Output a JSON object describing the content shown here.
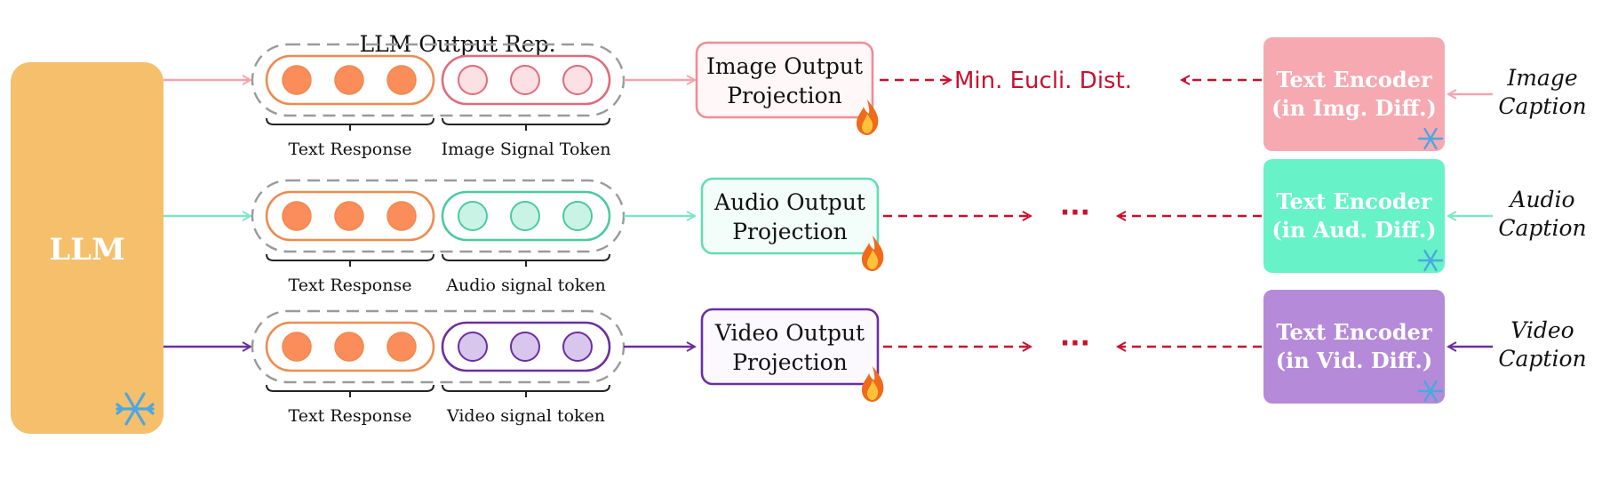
{
  "llm": {
    "label": "LLM"
  },
  "header": {
    "title": "LLM Output Rep."
  },
  "rows": [
    {
      "id": "image",
      "text_label": "Text Response",
      "signal_label": "Image Signal Token",
      "projection": [
        "Image Output",
        "Projection"
      ],
      "middle_text": "Min. Eucli. Dist.",
      "encoder": [
        "Text Encoder",
        "(in Img. Diff.)"
      ],
      "caption": [
        "Image",
        "Caption"
      ],
      "colors": {
        "line": "#f4a4ae",
        "dot_fill": "#fbe0e4",
        "dot_stroke": "#e06b7b",
        "pill_stroke": "#e06b7b",
        "proj_stroke": "#f08b97",
        "proj_fill": "#fff7f8",
        "encoder_fill": "#f6a9b0"
      }
    },
    {
      "id": "audio",
      "text_label": "Text Response",
      "signal_label": "Audio signal token",
      "projection": [
        "Audio Output",
        "Projection"
      ],
      "middle_text": "···",
      "encoder": [
        "Text Encoder",
        "(in Aud. Diff.)"
      ],
      "caption": [
        "Audio",
        "Caption"
      ],
      "colors": {
        "line": "#7fe6c6",
        "dot_fill": "#c9f3e5",
        "dot_stroke": "#4cc9a2",
        "pill_stroke": "#4cc9a2",
        "proj_stroke": "#63dcb4",
        "proj_fill": "#f3fdf9",
        "encoder_fill": "#67f2c8"
      }
    },
    {
      "id": "video",
      "text_label": "Text Response",
      "signal_label": "Video signal token",
      "projection": [
        "Video Output",
        "Projection"
      ],
      "middle_text": "···",
      "encoder": [
        "Text Encoder",
        "(in Vid. Diff.)"
      ],
      "caption": [
        "Video",
        "Caption"
      ],
      "colors": {
        "line": "#6b2fa0",
        "dot_fill": "#d8c6ec",
        "dot_stroke": "#6b2fa0",
        "pill_stroke": "#6b2fa0",
        "proj_stroke": "#6b2fa0",
        "proj_fill": "#fbf8fe",
        "encoder_fill": "#b58ad9"
      }
    }
  ],
  "colors": {
    "llm_fill": "#f5bf6c",
    "text_dot": "#fa8d5a",
    "text_pill": "#f08a50",
    "dashed_outline": "#9a9a9a",
    "mse_arrow": "#c8102e",
    "bracket": "#222222"
  },
  "icons": {
    "frozen": "snowflake-icon",
    "trainable": "fire-icon"
  }
}
